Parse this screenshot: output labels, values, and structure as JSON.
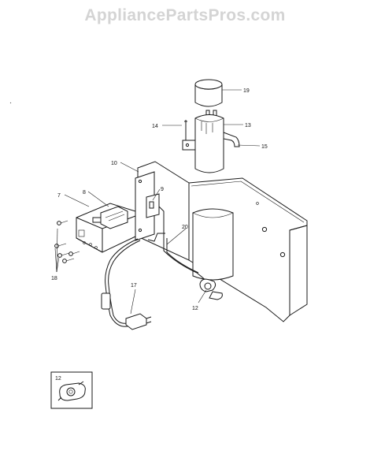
{
  "watermark": "AppliancePartsPros.com",
  "callouts": [
    {
      "id": "label-19",
      "text": "19"
    },
    {
      "id": "label-14",
      "text": "14"
    },
    {
      "id": "label-13",
      "text": "13"
    },
    {
      "id": "label-15",
      "text": "15"
    },
    {
      "id": "label-10",
      "text": "10"
    },
    {
      "id": "label-7",
      "text": "7"
    },
    {
      "id": "label-8",
      "text": "8"
    },
    {
      "id": "label-9",
      "text": "9"
    },
    {
      "id": "label-20",
      "text": "20"
    },
    {
      "id": "label-18",
      "text": "18"
    },
    {
      "id": "label-17",
      "text": "17"
    },
    {
      "id": "label-12",
      "text": "12"
    },
    {
      "id": "label-12-detail",
      "text": "12"
    }
  ]
}
